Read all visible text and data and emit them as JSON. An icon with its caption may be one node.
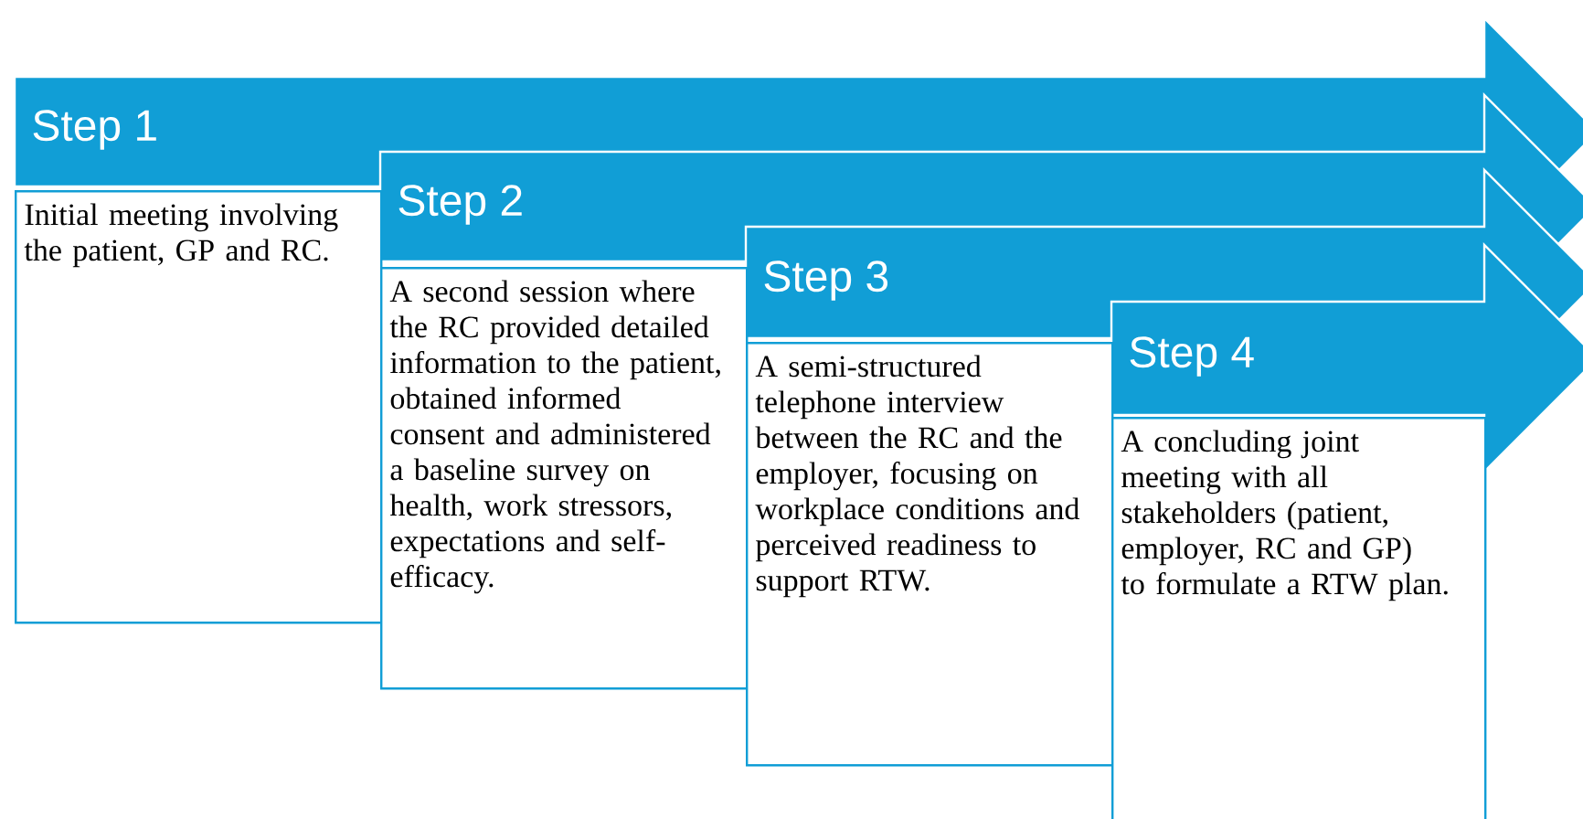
{
  "diagram": {
    "nodes": [
      {
        "text": [
          "Step 1"
        ]
      },
      {
        "text": [
          "Initial meeting involving the patient, GP and RC."
        ]
      },
      {
        "text": [
          "Step 2"
        ]
      },
      {
        "text": [
          "A second session where the RC provided detailed information to the patient, obtained informed consent and administered a baseline survey on health, work stressors, expectations and self-efficacy."
        ]
      },
      {
        "text": [
          "Step 3"
        ]
      },
      {
        "text": [
          "A semi-structured telephone interview between the RC and the employer, focusing on workplace conditions and perceived readiness to support RTW."
        ]
      },
      {
        "text": [
          "Step 4"
        ]
      },
      {
        "text": [
          "A concluding joint meeting with all stakeholders (patient, employer, RC and GP) to formulate a RTW plan."
        ]
      }
    ]
  }
}
